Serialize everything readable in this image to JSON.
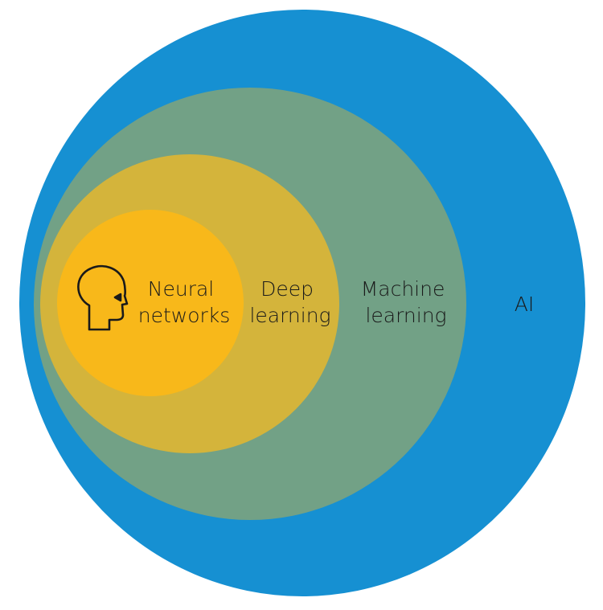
{
  "diagram": {
    "rings": [
      {
        "id": "ai",
        "label_lines": [
          "AI"
        ],
        "color": "#1690d2"
      },
      {
        "id": "machine-learning",
        "label_lines": [
          "Machine",
          "learning"
        ],
        "color": "#72a186"
      },
      {
        "id": "deep-learning",
        "label_lines": [
          "Deep",
          "learning"
        ],
        "color": "#d4b43b"
      },
      {
        "id": "neural-networks",
        "label_lines": [
          "Neural",
          "networks"
        ],
        "color": "#f8b81a"
      }
    ],
    "icon": {
      "name": "human-head-icon",
      "color": "#1a1a1a"
    }
  }
}
